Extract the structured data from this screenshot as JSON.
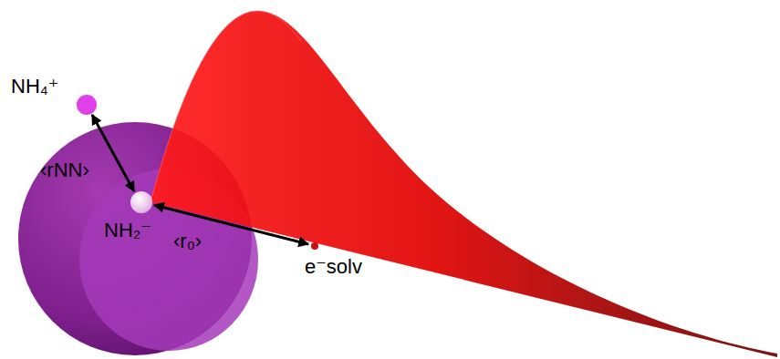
{
  "diagram": {
    "labels": [
      "NH₄⁺",
      "‹rNN›",
      "NH₂⁻",
      "‹r₀›",
      "e⁻solv"
    ]
  }
}
